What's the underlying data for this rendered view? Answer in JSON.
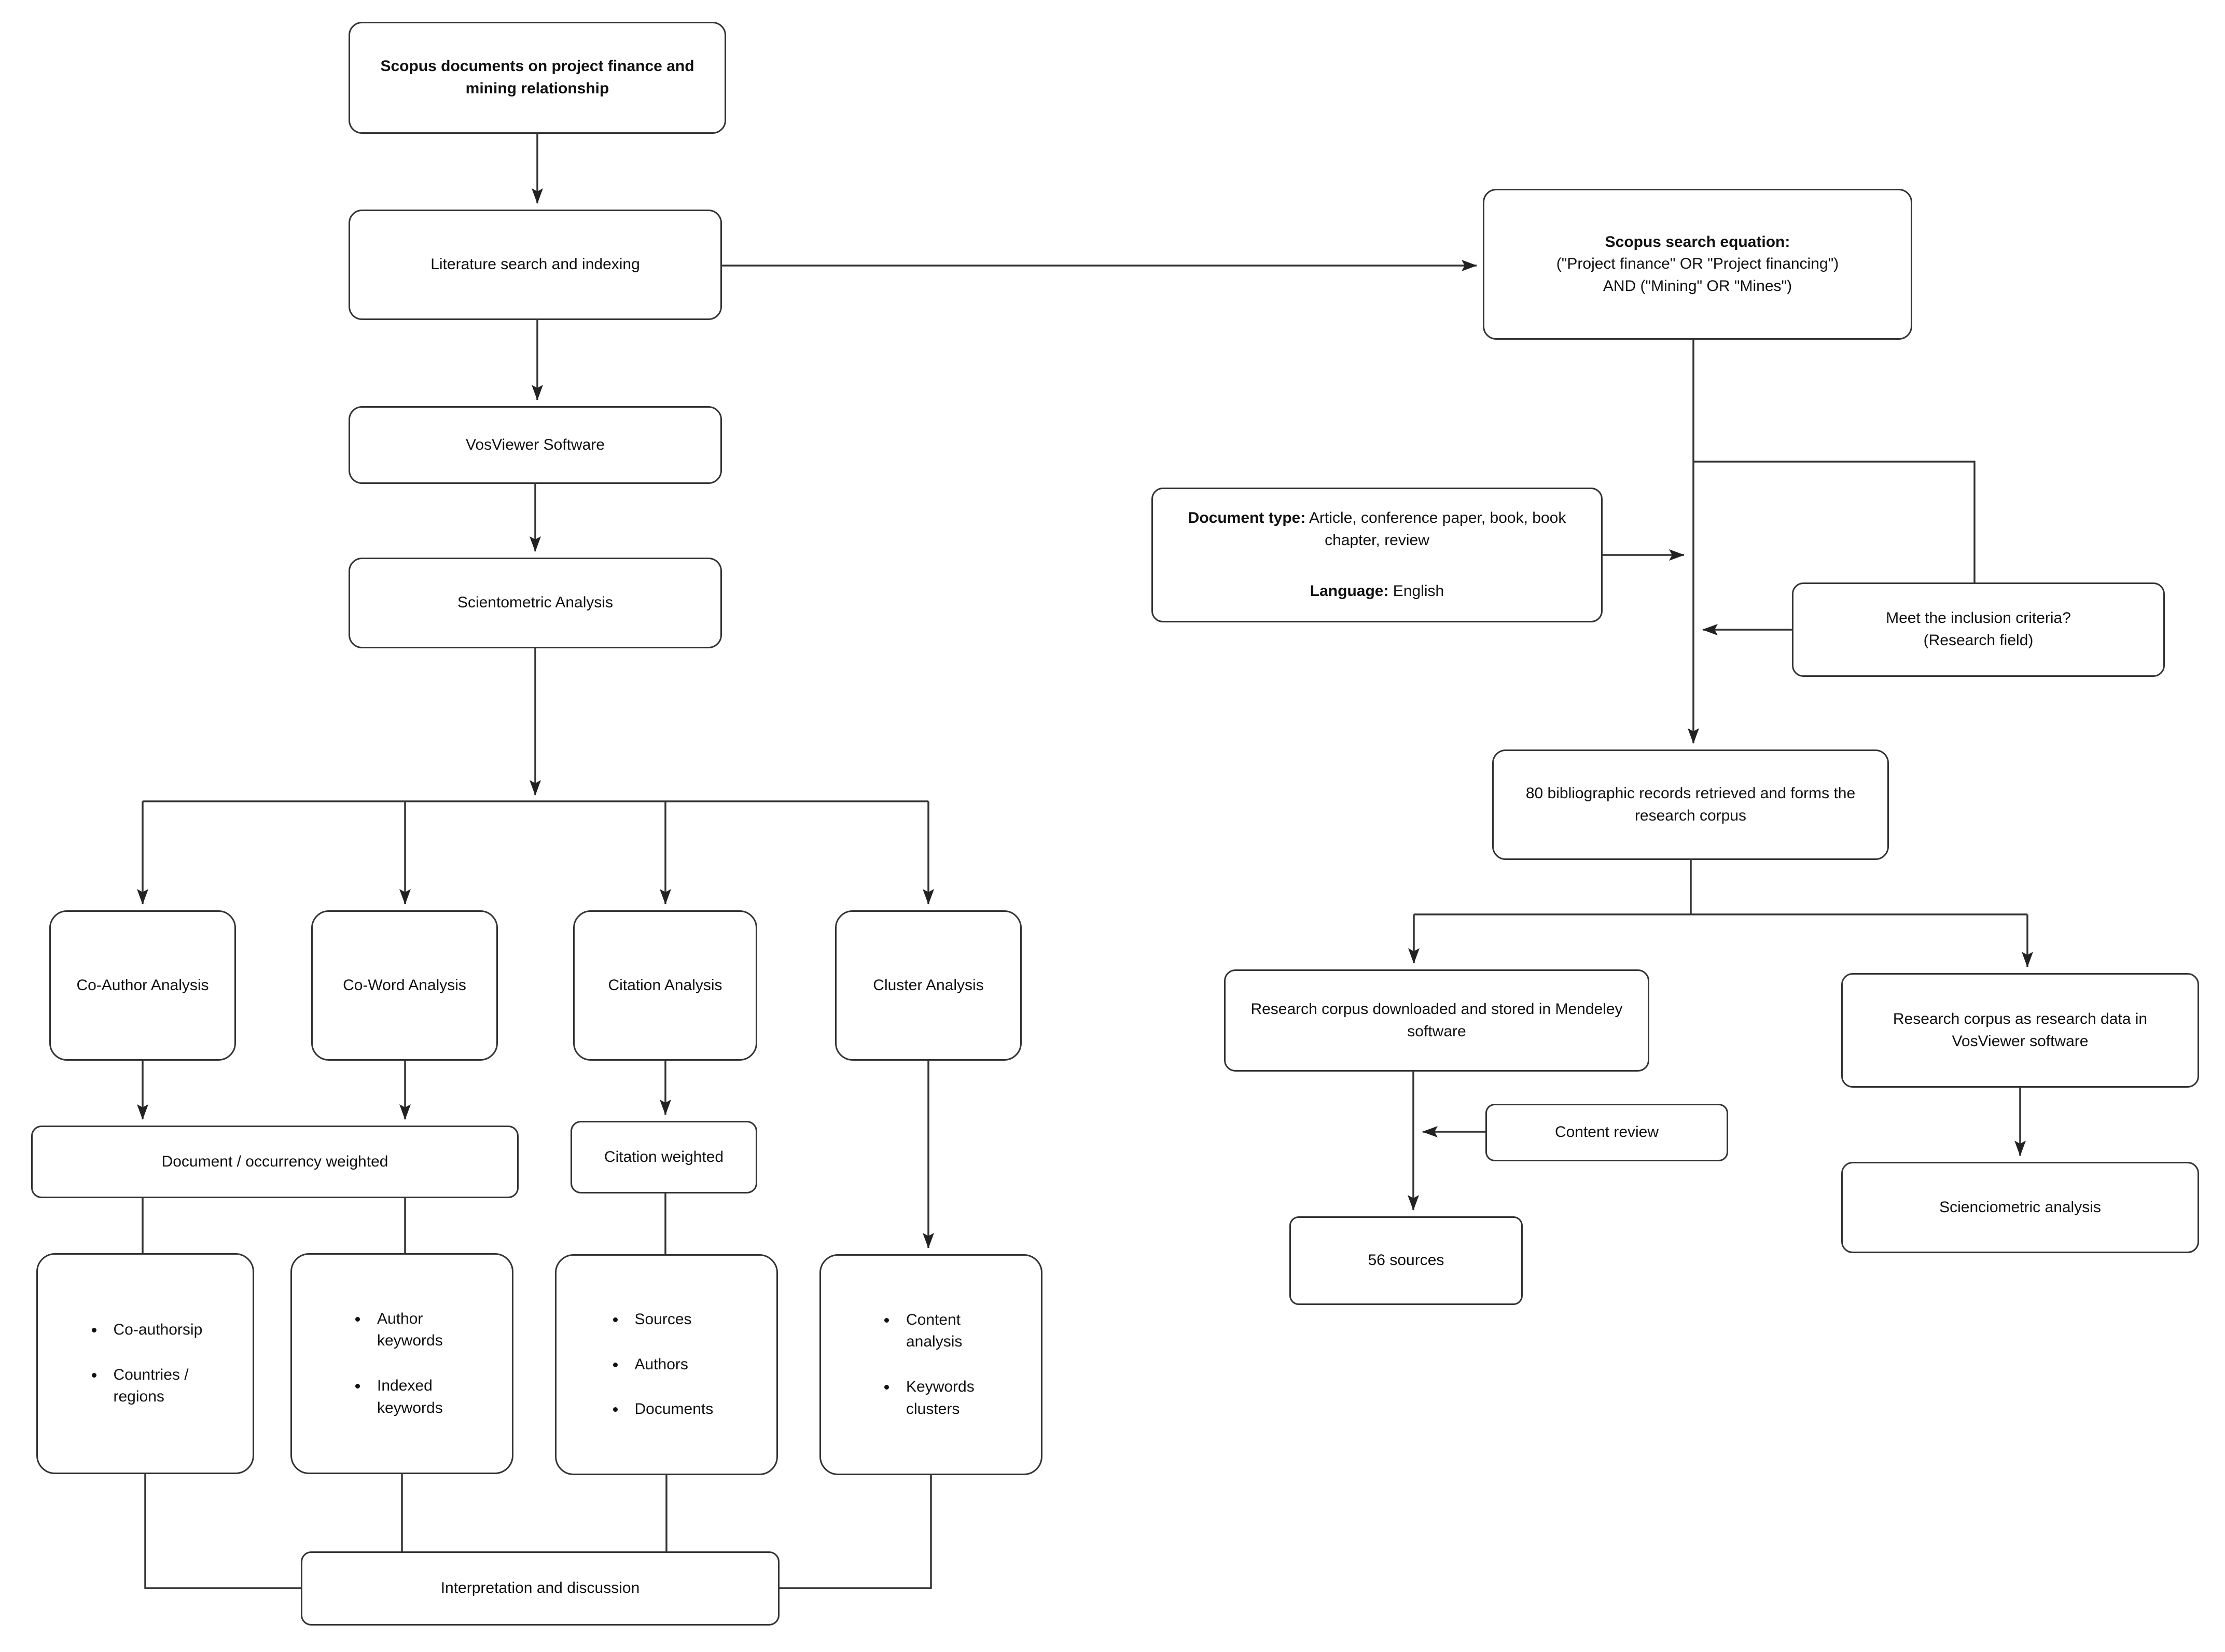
{
  "colors": {
    "border": "#333333",
    "background": "#ffffff",
    "text": "#111111"
  },
  "nodes": {
    "scopus_documents": {
      "label": "Scopus documents on project finance and mining relationship"
    },
    "literature_search": {
      "label": "Literature search and indexing"
    },
    "vosviewer_software": {
      "label": "VosViewer Software"
    },
    "scientometric_analysis": {
      "label": "Scientometric Analysis"
    },
    "co_author_analysis": {
      "label": "Co-Author Analysis"
    },
    "co_word_analysis": {
      "label": "Co-Word Analysis"
    },
    "citation_analysis": {
      "label": "Citation Analysis"
    },
    "cluster_analysis": {
      "label": "Cluster Analysis"
    },
    "document_occurrency_weighted": {
      "label": "Document / occurrency weighted"
    },
    "citation_weighted": {
      "label": "Citation weighted"
    },
    "co_author_bullets": {
      "items": [
        "Co-authorsip",
        "Countries / regions"
      ]
    },
    "co_word_bullets": {
      "items": [
        "Author keywords",
        "Indexed keywords"
      ]
    },
    "citation_bullets": {
      "items": [
        "Sources",
        "Authors",
        "Documents"
      ]
    },
    "cluster_bullets": {
      "items": [
        "Content analysis",
        "Keywords clusters"
      ]
    },
    "interpretation": {
      "label": "Interpretation and discussion"
    },
    "scopus_search_equation": {
      "title": "Scopus search equation:",
      "line1": "(\"Project finance\" OR \"Project financing\")",
      "line2": "AND (\"Mining\" OR \"Mines\")"
    },
    "document_type": {
      "dt_bold": "Document type:",
      "dt_text": " Article, conference paper, book, book chapter, review",
      "lang_bold": "Language:",
      "lang_text": " English"
    },
    "inclusion_criteria": {
      "line1": "Meet the inclusion criteria?",
      "line2": "(Research field)"
    },
    "bibliographic_records": {
      "label": "80 bibliographic records retrieved and forms the research corpus"
    },
    "mendeley": {
      "label": "Research corpus downloaded and stored in Mendeley software"
    },
    "vosviewer_data": {
      "label": "Research corpus as research data in VosViewer software"
    },
    "content_review": {
      "label": "Content review"
    },
    "sources_count": {
      "label": "56 sources"
    },
    "scienciometric": {
      "label": "Scienciometric analysis"
    }
  }
}
